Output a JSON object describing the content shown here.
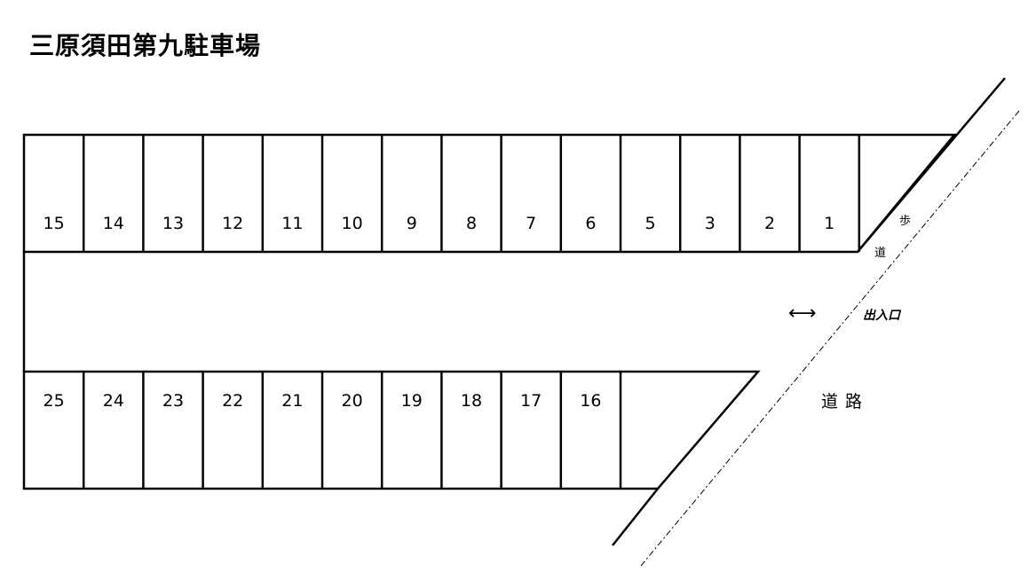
{
  "title": "三原須田第九駐車場",
  "top_row": [
    "15",
    "14",
    "13",
    "12",
    "11",
    "10",
    "9",
    "8",
    "7",
    "6",
    "5",
    "3",
    "2",
    "1"
  ],
  "bottom_row": [
    "25",
    "24",
    "23",
    "22",
    "21",
    "20",
    "19",
    "18",
    "17",
    "16"
  ],
  "labels": {
    "sidewalk_1": "歩",
    "sidewalk_2": "道",
    "entrance": "出入口",
    "road": "道路",
    "arrow": "⟷"
  }
}
